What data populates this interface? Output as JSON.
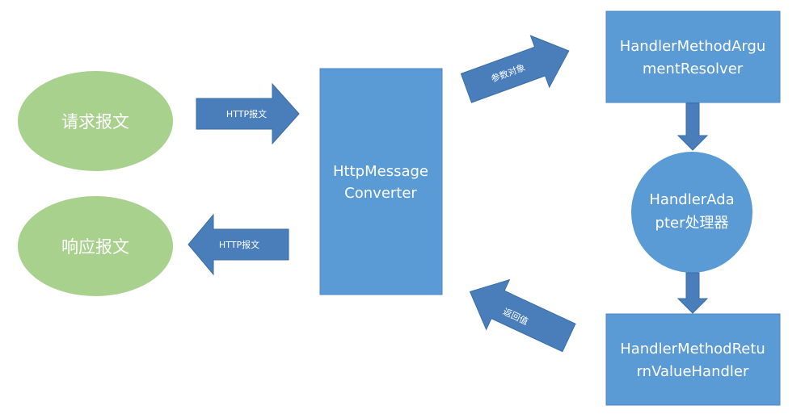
{
  "nodes": {
    "request": {
      "label": "请求报文",
      "fill": "#A9D18E"
    },
    "response": {
      "label": "响应报文",
      "fill": "#A9D18E"
    },
    "converter": {
      "line1": "HttpMessage",
      "line2": "Converter",
      "fill": "#5B9BD5"
    },
    "argument_resolver": {
      "line1": "HandlerMethodArgu",
      "line2": "mentResolver",
      "fill": "#5B9BD5"
    },
    "adapter": {
      "line1": "HandlerAda",
      "line2": "pter处理器",
      "fill": "#5B9BD5"
    },
    "return_handler": {
      "line1": "HandlerMethodRetu",
      "line2": "rnValueHandler",
      "fill": "#5B9BD5"
    }
  },
  "arrows": {
    "http_in": {
      "label": "HTTP报文"
    },
    "http_out": {
      "label": "HTTP报文"
    },
    "param_object": {
      "label": "参数对象"
    },
    "return_value": {
      "label": "返回值"
    }
  },
  "colors": {
    "arrow_fill": "#4A7EBB",
    "arrow_stroke": "#3A6EA5",
    "box_border": "#4F86C6"
  }
}
